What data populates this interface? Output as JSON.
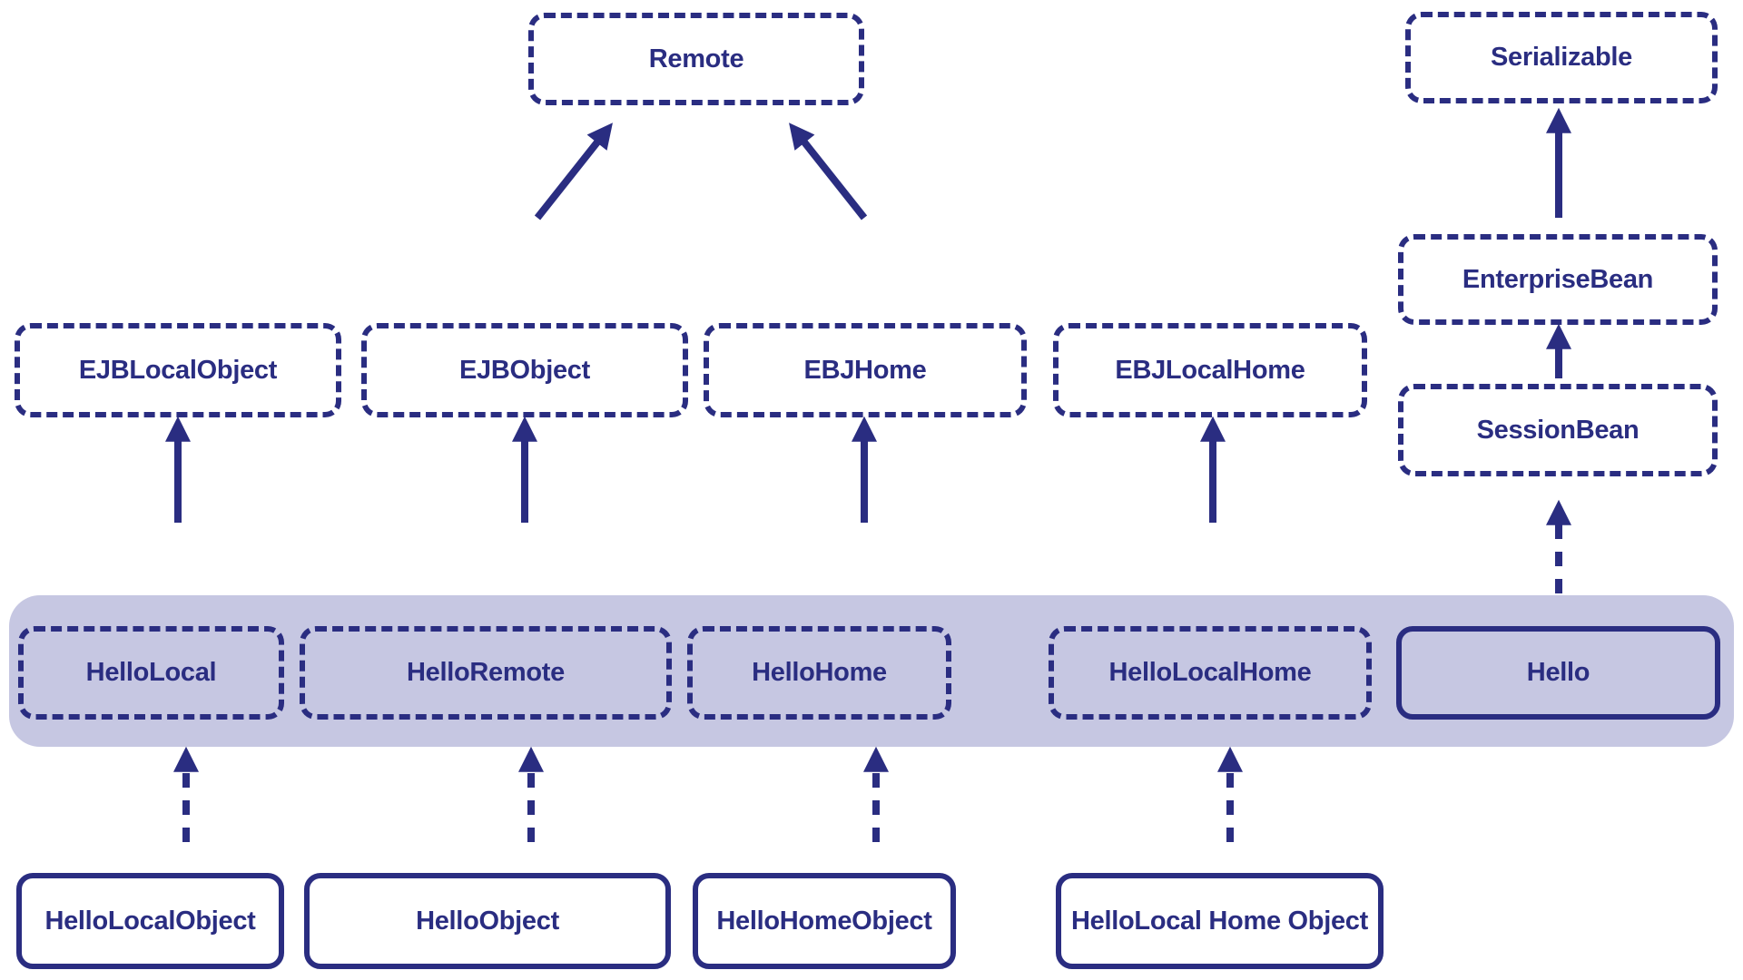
{
  "colors": {
    "ink": "#2a2d81",
    "band_fill": "#c6c7e2",
    "background": "#ffffff"
  },
  "nodes": {
    "remote": {
      "label": "Remote",
      "kind": "interface-dashed"
    },
    "serializable": {
      "label": "Serializable",
      "kind": "interface-dashed"
    },
    "ejb_local_object": {
      "label": "EJBLocalObject",
      "kind": "interface-dashed"
    },
    "ejb_object": {
      "label": "EJBObject",
      "kind": "interface-dashed"
    },
    "ebj_home": {
      "label": "EBJHome",
      "kind": "interface-dashed"
    },
    "ebj_local_home": {
      "label": "EBJLocalHome",
      "kind": "interface-dashed"
    },
    "enterprise_bean": {
      "label": "EnterpriseBean",
      "kind": "interface-dashed"
    },
    "session_bean": {
      "label": "SessionBean",
      "kind": "interface-dashed"
    },
    "hello_local": {
      "label": "HelloLocal",
      "kind": "interface-dashed-on-band"
    },
    "hello_remote": {
      "label": "HelloRemote",
      "kind": "interface-dashed-on-band"
    },
    "hello_home": {
      "label": "HelloHome",
      "kind": "interface-dashed-on-band"
    },
    "hello_local_home": {
      "label": "HelloLocalHome",
      "kind": "interface-dashed-on-band"
    },
    "hello": {
      "label": "Hello",
      "kind": "class-solid-on-band"
    },
    "hello_local_object": {
      "label": "HelloLocalObject",
      "kind": "class-solid"
    },
    "hello_object": {
      "label": "HelloObject",
      "kind": "class-solid"
    },
    "hello_home_object": {
      "label": "HelloHomeObject",
      "kind": "class-solid"
    },
    "hello_local_home_object": {
      "label": "HelloLocal Home Object",
      "kind": "class-solid"
    }
  },
  "edges": [
    {
      "from": "ejb_object",
      "to": "remote",
      "style": "solid-arrow"
    },
    {
      "from": "ebj_home",
      "to": "remote",
      "style": "solid-arrow"
    },
    {
      "from": "hello_local",
      "to": "ejb_local_object",
      "style": "solid-arrow"
    },
    {
      "from": "hello_remote",
      "to": "ejb_object",
      "style": "solid-arrow"
    },
    {
      "from": "hello_home",
      "to": "ebj_home",
      "style": "solid-arrow"
    },
    {
      "from": "hello_local_home",
      "to": "ebj_local_home",
      "style": "solid-arrow"
    },
    {
      "from": "session_bean",
      "to": "enterprise_bean",
      "style": "solid-arrow"
    },
    {
      "from": "enterprise_bean",
      "to": "serializable",
      "style": "solid-arrow"
    },
    {
      "from": "hello",
      "to": "session_bean",
      "style": "dashed-arrow"
    },
    {
      "from": "hello_local_object",
      "to": "hello_local",
      "style": "dashed-arrow"
    },
    {
      "from": "hello_object",
      "to": "hello_remote",
      "style": "dashed-arrow"
    },
    {
      "from": "hello_home_object",
      "to": "hello_home",
      "style": "dashed-arrow"
    },
    {
      "from": "hello_local_home_object",
      "to": "hello_local_home",
      "style": "dashed-arrow"
    }
  ]
}
